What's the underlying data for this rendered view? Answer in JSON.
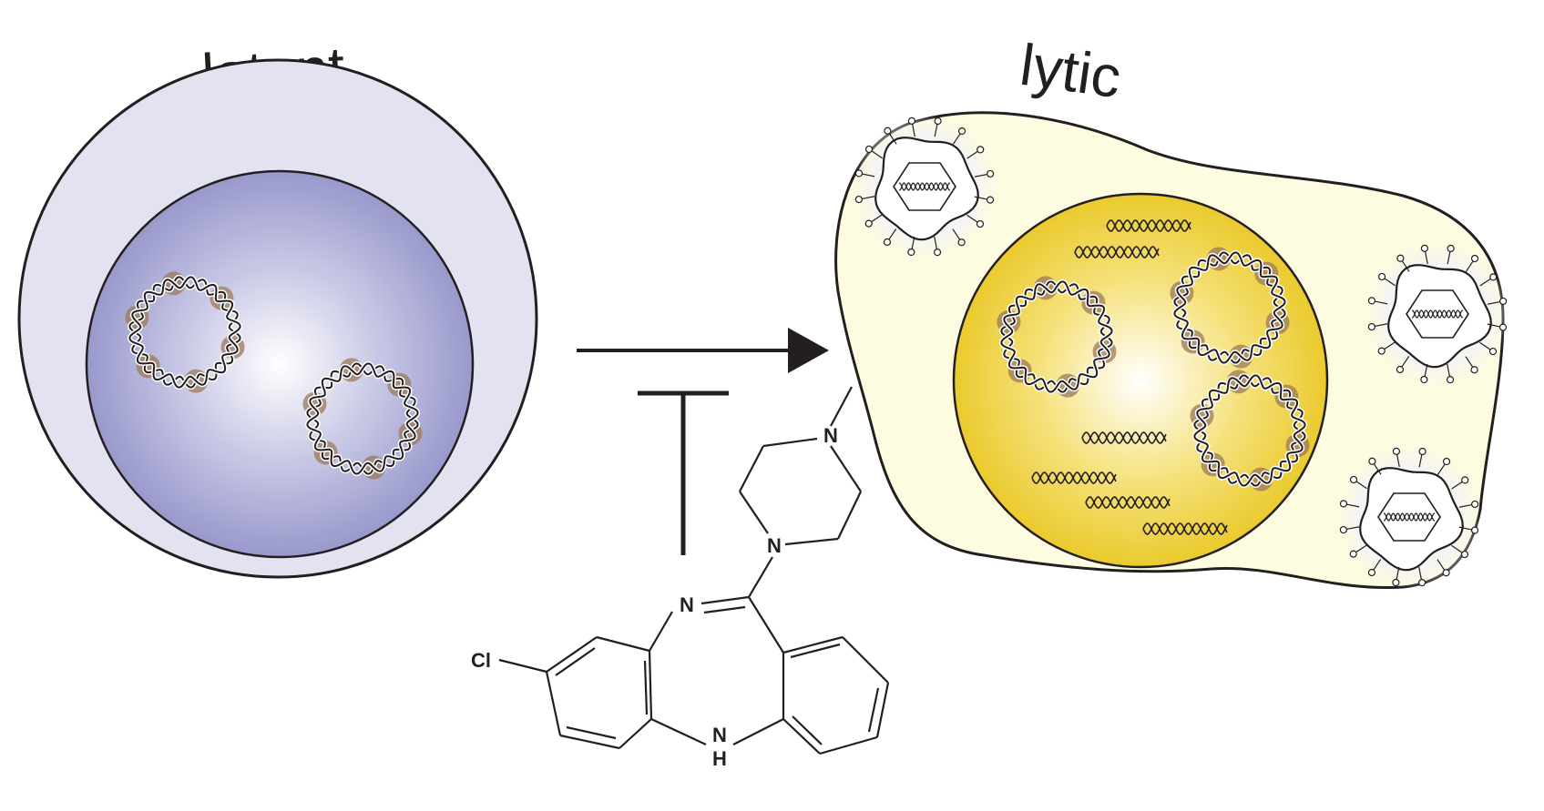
{
  "labels": {
    "left_state": "latent",
    "right_state": "lytic"
  },
  "molecule_atoms": {
    "n_methyl": "N",
    "n_piperazine": "N",
    "n_imine": "N",
    "cl": "Cl",
    "nh": "N",
    "h": "H"
  },
  "colors": {
    "latent_outer": "#e0e0f0",
    "latent_nucleus_edge": "#8e8ec6",
    "lytic_cell": "#fdfbe0",
    "lytic_nucleus_edge": "#e8c51c",
    "dna_bead": "#9c7a5a",
    "stroke": "#231f20"
  },
  "icons": {
    "arrow": "right-arrow",
    "inhibition": "t-bar-inhibitor",
    "virion": "herpesvirus-particle",
    "episome": "circular-dna-episome",
    "linear_dna": "linear-dna-helix"
  }
}
